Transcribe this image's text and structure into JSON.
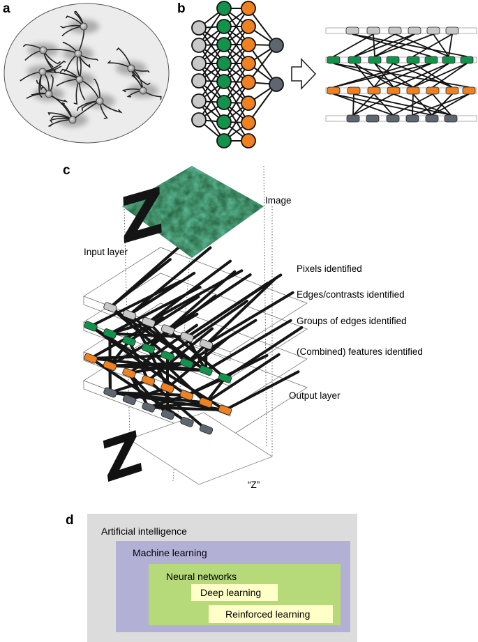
{
  "panels": {
    "a": {
      "letter": "a"
    },
    "b": {
      "letter": "b"
    },
    "c": {
      "letter": "c",
      "image_label": "Image",
      "input_layer_label": "Input layer",
      "output_layer_label": "Output layer",
      "output_text": "“Z”",
      "glyph": "Z",
      "layer_labels": [
        "Pixels identified",
        "Edges/contrasts identified",
        "Groups of edges identified",
        "(Combined) features identified"
      ]
    },
    "d": {
      "letter": "d",
      "boxes": [
        {
          "label": "Artificial intelligence",
          "fill": "#dcdcdc"
        },
        {
          "label": "Machine learning",
          "fill": "#b3b0d6"
        },
        {
          "label": "Neural networks",
          "fill": "#b6d97a"
        },
        {
          "label": "Deep learning",
          "fill": "#ffffc8"
        },
        {
          "label": "Reinforced learning",
          "fill": "#ffffc8"
        }
      ]
    }
  },
  "colors": {
    "gray_node": "#c8c8c8",
    "green_node": "#12924a",
    "orange_node": "#ef8120",
    "dark_node": "#5e6670",
    "image_texture": "#2e7d4f"
  }
}
